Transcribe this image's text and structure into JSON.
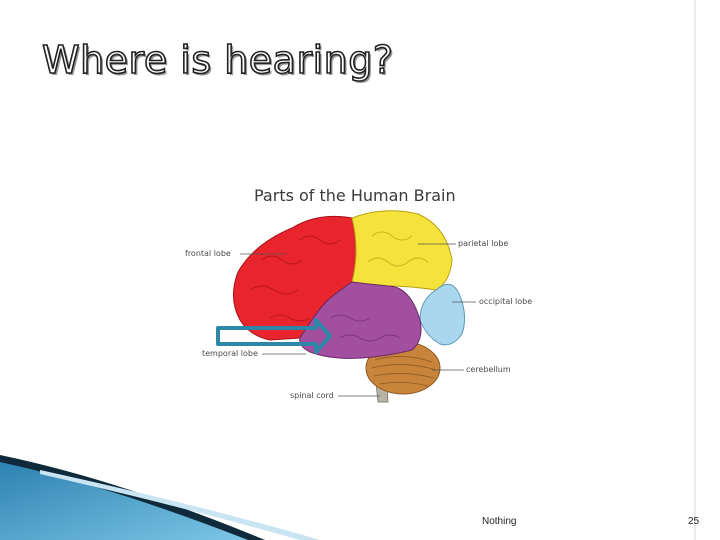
{
  "slide": {
    "title": "Where is hearing?",
    "footer_note": "Nothing",
    "page_number": "25"
  },
  "figure": {
    "title": "Parts of the Human Brain",
    "labels": {
      "frontal": "frontal lobe",
      "parietal": "parietal lobe",
      "occipital": "occipital lobe",
      "temporal": "temporal lobe",
      "cerebellum": "cerebellum",
      "spinal": "spinal cord"
    }
  },
  "colors": {
    "frontal": "#e8242c",
    "parietal": "#f5e23a",
    "occipital": "#a9d8ee",
    "temporal": "#a24f9f",
    "cerebellum": "#c9843c",
    "arrow": "#2e87a6"
  },
  "pointer": {
    "icon": "arrow-right-icon",
    "target": "temporal lobe"
  }
}
